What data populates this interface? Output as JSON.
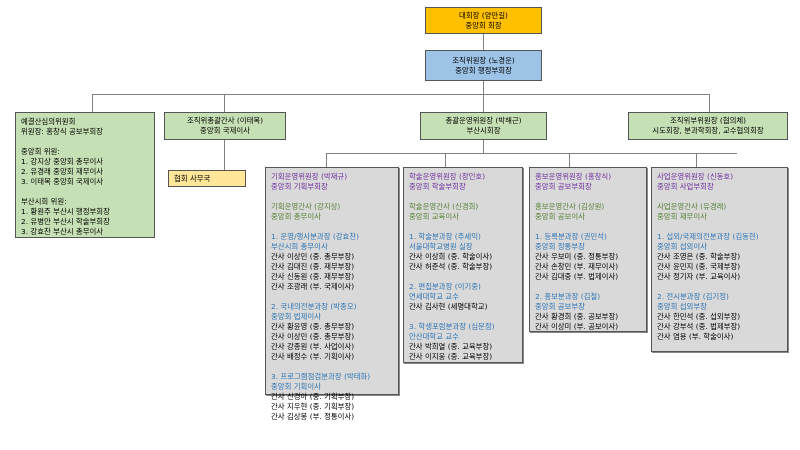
{
  "top": {
    "president": {
      "line1": "대회장 (양만길)",
      "line2": "중앙회 회장"
    },
    "org_chair": {
      "line1": "조직위원장 (노경운)",
      "line2": "중앙회 행정부회장"
    }
  },
  "level2": {
    "ethics": {
      "title": "예결산심의위원회",
      "chair": "위원장: 홍창식 공보부회장",
      "central_label": "중앙회 위원:",
      "central": [
        "1. 강지상 중앙회 총무이사",
        "2. 유경래 중앙회 재무이사",
        "3. 이태복 중앙회 국제이사"
      ],
      "busan_label": "부산시회 위원:",
      "busan": [
        "1. 황원주 부산시 행정부회장",
        "2. 유병안 부산시 학술부회장",
        "3. 강효찬 부산시 총무이사"
      ]
    },
    "secretary_general": {
      "line1": "조직위총괄간사 (이태복)",
      "line2": "중앙회 국제이사"
    },
    "office": {
      "label": "협회 사무국"
    },
    "general_ops": {
      "line1": "총괄운영위원장 (박해근)",
      "line2": "부산시회장"
    },
    "vice_chairs": {
      "line1": "조직위부위원장 (협의체)",
      "line2": "시도회장, 분과학회장, 교수협의회장"
    }
  },
  "committees": [
    {
      "head1": "기획운영위원장 (박재규)",
      "head2": "중앙회 기획부회장",
      "sec1": "기획운영간사 (강지상)",
      "sec2": "중앙회 총무이사",
      "groups": [
        {
          "title": "1. 운영/행사분과장 (강효찬)",
          "sub": "부산시회 총무이사",
          "members": [
            "간사 이상민 (중. 총무부장)",
            "간사 김대진 (중. 재무부장)",
            "간사 신동원 (중. 재무부장)",
            "간사 조광래 (부. 국제이사)"
          ]
        },
        {
          "title": "2. 국내의전분과장 (박종오)",
          "sub": "중앙회 법제이사",
          "members": [
            "간사 황윤영 (중. 총무부장)",
            "간사 이상민 (중. 총무부장)",
            "간사 강종원 (부. 사업이사)",
            "간사 배정수 (부. 기획이사)"
          ]
        },
        {
          "title": "3. 프로그램점검분과장 (박태화)",
          "sub": "중앙회 기획이사",
          "members": [
            "간사 신경아 (중. 기획부장)",
            "간사 지우현 (중. 기획부장)",
            "간사 김상봉 (부. 정통이사)"
          ]
        }
      ]
    },
    {
      "head1": "학술운영위원장 (장인호)",
      "head2": "중앙회 학술부회장",
      "sec1": "학술운영간사 (신경희)",
      "sec2": "중앙회 교육이사",
      "groups": [
        {
          "title": "1. 학술분과장 (주세익)",
          "sub": "서울대학교병원 실장",
          "members": [
            "간사 이상희 (중. 학술이사)",
            "간사 허준석 (중. 학술부장)"
          ]
        },
        {
          "title": "2. 편집분과장 (이기중)",
          "sub": "연세대학교 교수",
          "members": [
            "간사 김사현 (세명대학교)"
          ]
        },
        {
          "title": "3. 학생포럼분과장 (심문정)",
          "sub": "안산대학교 교수",
          "members": [
            "간사 박희열 (중. 교육부장)",
            "간사 이지웅 (중. 교육부장)"
          ]
        }
      ]
    },
    {
      "head1": "홍보운영위원장 (홍창식)",
      "head2": "중앙회 공보부회장",
      "sec1": "홍보운영간사 (김상원)",
      "sec2": "중앙회 공보이사",
      "groups": [
        {
          "title": "1. 등록분과장 (권민석)",
          "sub": "중앙회 정통부장",
          "members": [
            "간사 우보미 (중. 정통부장)",
            "간사 손창민 (부. 재무이사)",
            "간사 김대중 (부. 법제이사)"
          ]
        },
        {
          "title": "2. 홍보분과장 (김철)",
          "sub": "중앙회 공보부장",
          "members": [
            "간사 황경희 (중. 공보부장)",
            "간사 이상미 (부. 공보이사)"
          ]
        }
      ]
    },
    {
      "head1": "사업운영위원장 (신동호)",
      "head2": "중앙회 사업부회장",
      "sec1": "사업운영간사 (유경래)",
      "sec2": "중앙회 재무이사",
      "groups": [
        {
          "title": "1. 섭외/국제의전분과장 (김동현)",
          "sub": "중앙회 섭외이사",
          "members": [
            "간사 조영은 (중. 학술부장)",
            "간사 윤민지 (중. 국제부장)",
            "간사 정기자 (부. 교육이사)"
          ]
        },
        {
          "title": "2. 전시분과장 (김기정)",
          "sub": "중앙회 섭외부장",
          "members": [
            "간사 한민석 (중. 섭외부장)",
            "간사 강부석 (중. 법제부장)",
            "간사 염용 (부. 학술이사)"
          ]
        }
      ]
    }
  ],
  "colors": {
    "president": "#ffc000",
    "org_chair": "#9dc3e6",
    "green": "#c5e0b4",
    "office": "#ffe699",
    "committee": "#d9d9d9",
    "purple": "#7030a0",
    "dark_green": "#548235",
    "blue": "#2e75b6"
  }
}
